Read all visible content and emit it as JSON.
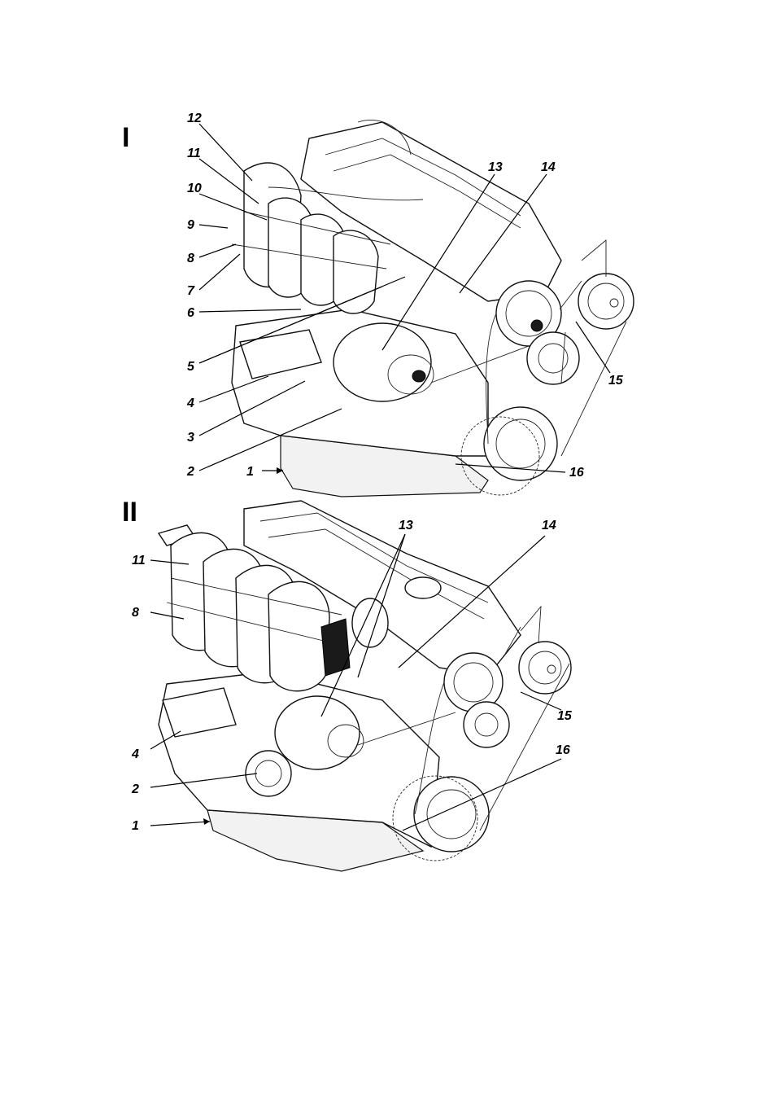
{
  "views": [
    {
      "label": "I",
      "callouts": [
        "12",
        "11",
        "10",
        "9",
        "8",
        "7",
        "6",
        "5",
        "4",
        "3",
        "2",
        "1",
        "13",
        "14",
        "15",
        "16"
      ]
    },
    {
      "label": "II",
      "callouts": [
        "13",
        "14",
        "11",
        "8",
        "15",
        "16",
        "4",
        "2",
        "1"
      ]
    }
  ]
}
